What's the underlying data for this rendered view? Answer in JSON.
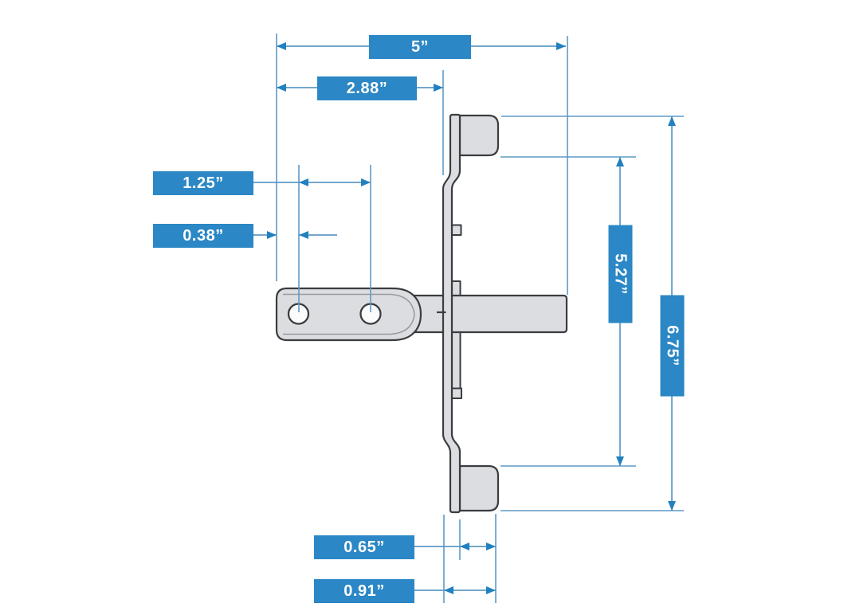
{
  "diagram": {
    "description": "Dimensioned side-view technical drawing of a weld-on bracket with flanged plate, two-hole tongue and shaft",
    "unit": "inches"
  },
  "colors": {
    "label-bg": "#2b87c5",
    "label-text": "#ffffff",
    "dim-line": "#5e9ac6",
    "arrow": "#2180bf",
    "part-fill": "#dcdde0",
    "part-stroke": "#3a3d40",
    "background": "#ffffff"
  },
  "dimensions": {
    "overall_length": {
      "label": "5”"
    },
    "tongue_to_plate": {
      "label": "2.88”"
    },
    "hole_spacing": {
      "label": "1.25”"
    },
    "edge_to_hole": {
      "label": "0.38”"
    },
    "flange_inner_height": {
      "label": "5.27”"
    },
    "overall_height": {
      "label": "6.75”"
    },
    "flange_depth_inner": {
      "label": "0.65”"
    },
    "flange_depth_overall": {
      "label": "0.91”"
    }
  }
}
